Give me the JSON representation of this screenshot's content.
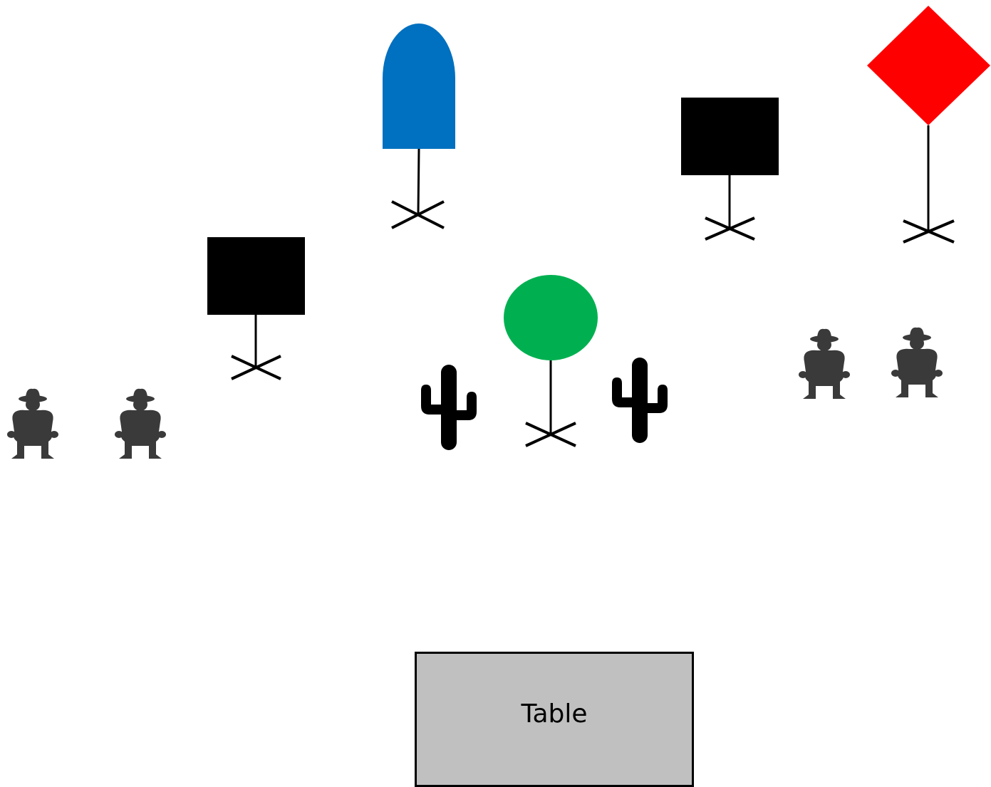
{
  "colors": {
    "background": "#ffffff",
    "target_black": "#000000",
    "target_blue": "#0070c0",
    "target_red": "#ff0000",
    "target_green": "#00b050",
    "cowboy": "#3a3a3a",
    "cactus": "#000000",
    "table_fill": "#c0c0c0"
  },
  "targets": [
    {
      "shape": "square",
      "color": "black",
      "name": "black-square-target-left"
    },
    {
      "shape": "rounded-top",
      "color": "blue",
      "name": "blue-arch-target"
    },
    {
      "shape": "square",
      "color": "black",
      "name": "black-square-target-right"
    },
    {
      "shape": "diamond",
      "color": "red",
      "name": "red-diamond-target"
    },
    {
      "shape": "circle",
      "color": "green",
      "name": "green-circle-target"
    }
  ],
  "props": [
    {
      "kind": "cowboy-icon",
      "count": 4
    },
    {
      "kind": "cactus-icon",
      "count": 2
    }
  ],
  "table": {
    "label": "Table"
  }
}
